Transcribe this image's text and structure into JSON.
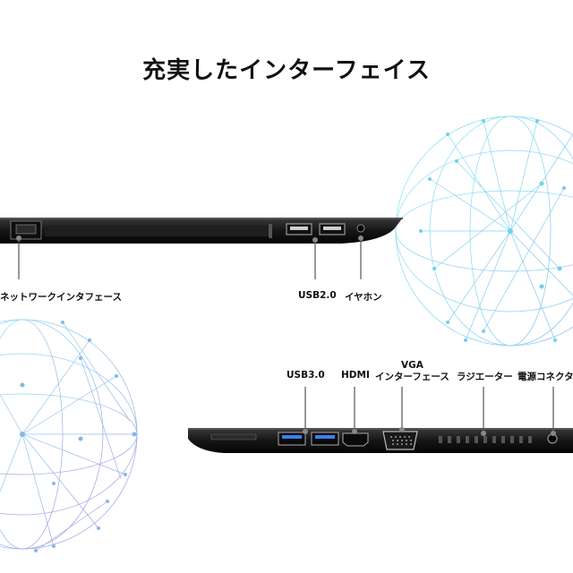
{
  "title": "充実したインターフェイス",
  "top_ports": {
    "network": "ネットワークインタフェース",
    "usb2": "USB2.0",
    "earphone": "イヤホン"
  },
  "bottom_ports": {
    "usb3": "USB3.0",
    "hdmi": "HDMI",
    "vga_line1": "VGA",
    "vga_line2": "インターフェース",
    "radiator": "ラジエーター",
    "power": "電源コネクタ"
  }
}
